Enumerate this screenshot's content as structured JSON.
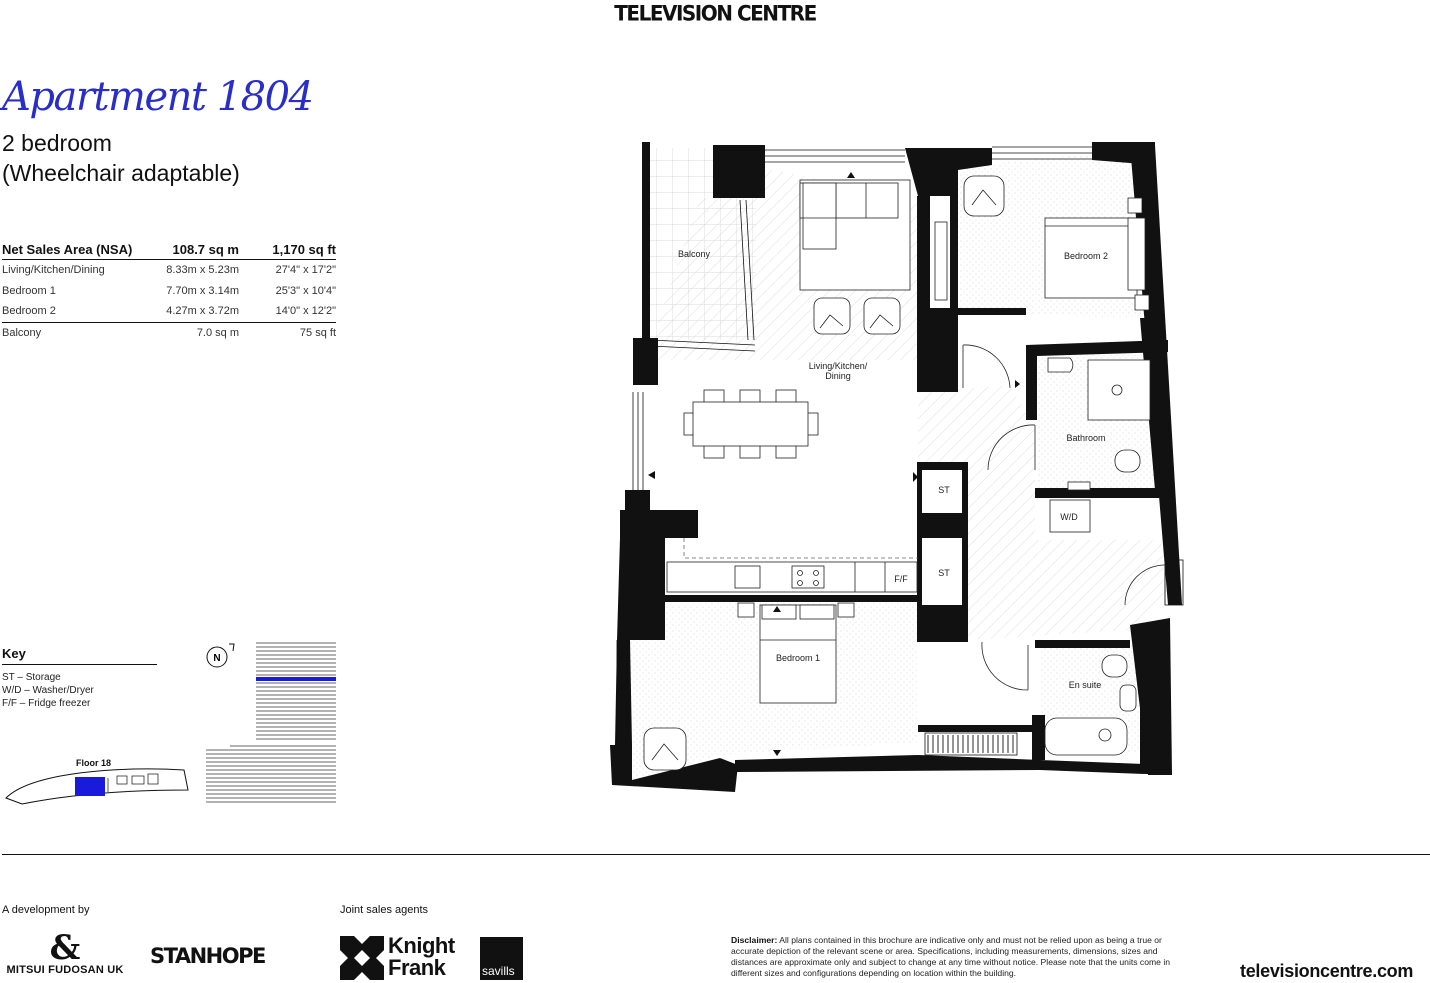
{
  "header": {
    "brand": "TELEVISION CENTRE"
  },
  "apartment": {
    "title": "Apartment 1804",
    "bedrooms": "2 bedroom",
    "note": "(Wheelchair adaptable)"
  },
  "areas": {
    "header": {
      "label": "Net Sales Area (NSA)",
      "metric": "108.7 sq m",
      "imperial": "1,170 sq ft"
    },
    "rows": [
      {
        "label": "Living/Kitchen/Dining",
        "metric": "8.33m x 5.23m",
        "imperial": "27'4\" x 17'2\""
      },
      {
        "label": "Bedroom 1",
        "metric": "7.70m x 3.14m",
        "imperial": "25'3\" x 10'4\""
      },
      {
        "label": "Bedroom 2",
        "metric": "4.27m x 3.72m",
        "imperial": "14'0\" x 12'2\""
      },
      {
        "label": "Balcony",
        "metric": "7.0 sq m",
        "imperial": "75 sq ft"
      }
    ]
  },
  "key": {
    "title": "Key",
    "items": [
      "ST – Storage",
      "W/D – Washer/Dryer",
      "F/F – Fridge freezer"
    ]
  },
  "compass": {
    "label": "N"
  },
  "floor": {
    "label": "Floor 18"
  },
  "plan": {
    "rooms": {
      "balcony": "Balcony",
      "living_line1": "Living/Kitchen/",
      "living_line2": "Dining",
      "bedroom2": "Bedroom 2",
      "bathroom": "Bathroom",
      "wd": "W/D",
      "st1": "ST",
      "st2": "ST",
      "ff": "F/F",
      "bedroom1": "Bedroom 1",
      "ensuite": "En suite"
    }
  },
  "footer": {
    "development_label": "A development by",
    "agents_label": "Joint sales agents",
    "mitsui": "MITSUI FUDOSAN UK",
    "mitsui_mark": "&",
    "stanhope": "STANHOPE",
    "knight_frank_line1": "Knight",
    "knight_frank_line2": "Frank",
    "savills": "savills",
    "disclaimer_title": "Disclaimer:",
    "disclaimer_text": "All plans contained in this brochure are indicative only and must not be relied upon as being a true or accurate depiction of the relevant scene or area. Specifications, including measurements, dimensions, sizes and distances are approximate only and subject to change at any time without notice. Please note that the units come in different sizes and configurations depending on location within the building.",
    "url": "televisioncentre.com"
  },
  "colors": {
    "accent": "#2a2ec9",
    "highlight": "#1a1adb",
    "ink": "#111111"
  }
}
